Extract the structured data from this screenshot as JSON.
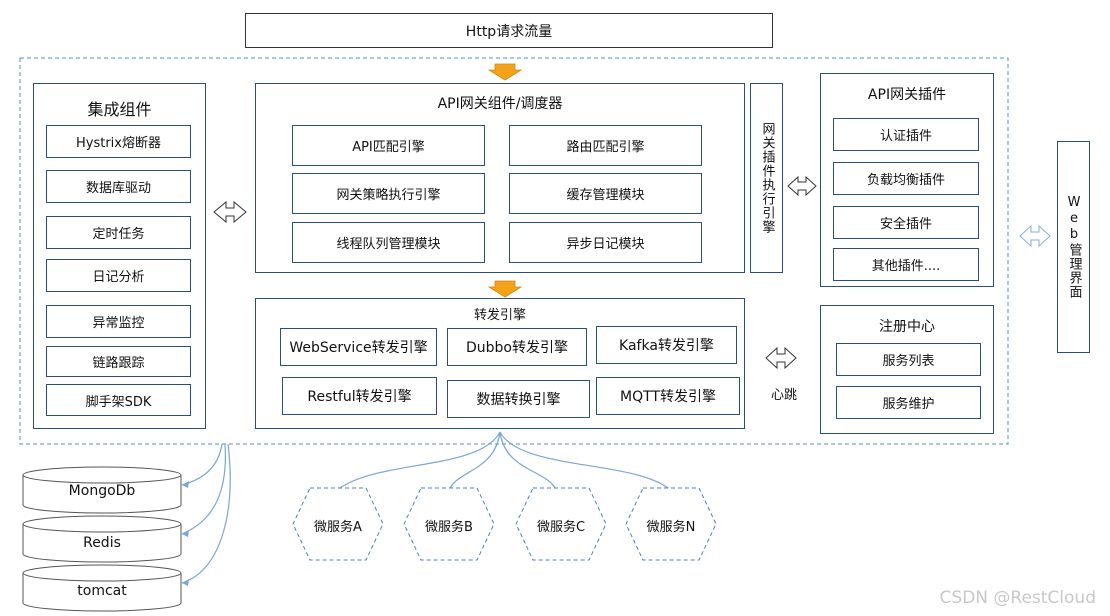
{
  "header": {
    "traffic_label": "Http请求流量"
  },
  "integration": {
    "title": "集成组件",
    "items": [
      "Hystrix熔断器",
      "数据库驱动",
      "定时任务",
      "日记分析",
      "异常监控",
      "链路跟踪",
      "脚手架SDK"
    ]
  },
  "gateway": {
    "title": "API网关组件/调度器",
    "modules": [
      "API匹配引擎",
      "路由匹配引擎",
      "网关策略执行引擎",
      "缓存管理模块",
      "线程队列管理模块",
      "异步日记模块"
    ]
  },
  "plugin_engine": {
    "label": "网关插件执行引擎"
  },
  "plugins": {
    "title": "API网关插件",
    "items": [
      "认证插件",
      "负载均衡插件",
      "安全插件",
      "其他插件...."
    ]
  },
  "web_admin": {
    "label": "Web管理界面"
  },
  "forward": {
    "title": "转发引擎",
    "engines": [
      "WebService转发引擎",
      "Dubbo转发引擎",
      "Kafka转发引擎",
      "Restful转发引擎",
      "数据转换引擎",
      "MQTT转发引擎"
    ]
  },
  "registry": {
    "title": "注册中心",
    "items": [
      "服务列表",
      "服务维护"
    ],
    "heartbeat_label": "心跳"
  },
  "storage": [
    "MongoDb",
    "Redis",
    "tomcat"
  ],
  "microservices": [
    "微服务A",
    "微服务B",
    "微服务C",
    "微服务N"
  ],
  "watermark": "CSDN @RestCloud",
  "colors": {
    "border": "#2a4f7c",
    "dashed": "#5b8fc7",
    "arrow_orange": "#f5a21b",
    "connector": "#7aa6d6",
    "hex_dash": "#4a7fc0"
  }
}
